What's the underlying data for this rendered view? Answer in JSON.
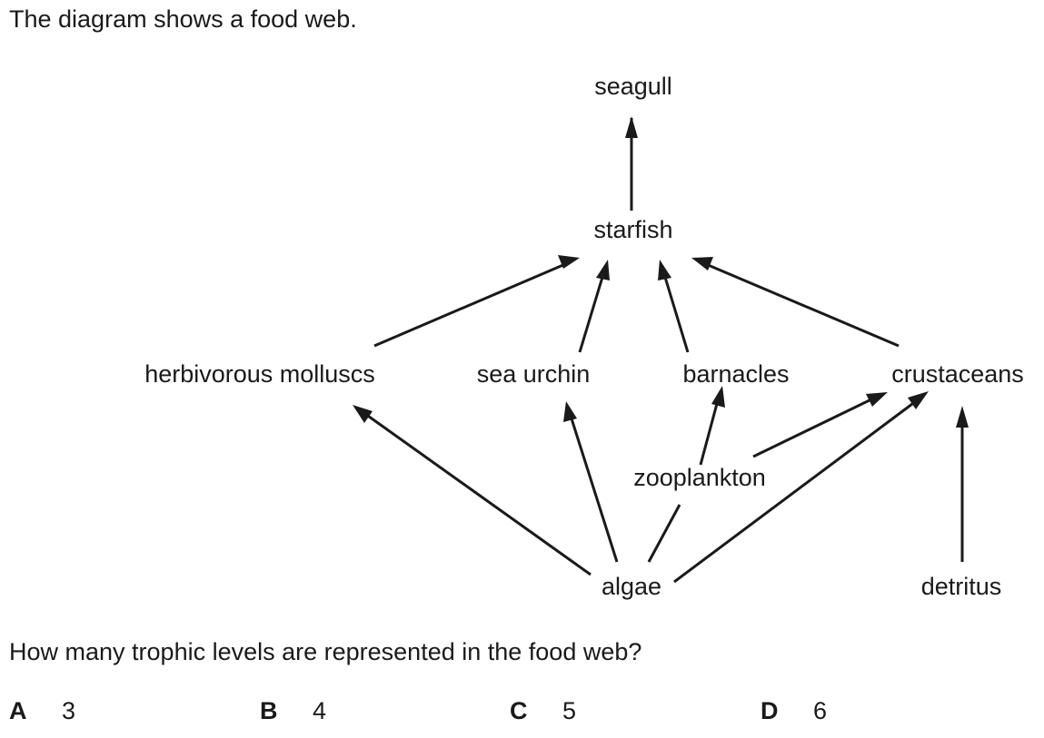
{
  "intro": "The diagram shows a food web.",
  "diagram": {
    "nodes": {
      "seagull": "seagull",
      "starfish": "starfish",
      "herbivorous_molluscs": "herbivorous molluscs",
      "sea_urchin": "sea urchin",
      "barnacles": "barnacles",
      "crustaceans": "crustaceans",
      "zooplankton": "zooplankton",
      "algae": "algae",
      "detritus": "detritus"
    },
    "edges": [
      {
        "from": "starfish",
        "to": "seagull"
      },
      {
        "from": "herbivorous_molluscs",
        "to": "starfish"
      },
      {
        "from": "sea_urchin",
        "to": "starfish"
      },
      {
        "from": "barnacles",
        "to": "starfish"
      },
      {
        "from": "crustaceans",
        "to": "starfish"
      },
      {
        "from": "algae",
        "to": "herbivorous_molluscs"
      },
      {
        "from": "algae",
        "to": "sea_urchin"
      },
      {
        "from": "algae",
        "to": "zooplankton"
      },
      {
        "from": "algae",
        "to": "crustaceans"
      },
      {
        "from": "zooplankton",
        "to": "barnacles"
      },
      {
        "from": "zooplankton",
        "to": "crustaceans"
      },
      {
        "from": "detritus",
        "to": "crustaceans"
      }
    ],
    "line_color": "#1a1a1a"
  },
  "question": "How many trophic levels are represented in the food web?",
  "options": [
    {
      "letter": "A",
      "value": "3"
    },
    {
      "letter": "B",
      "value": "4"
    },
    {
      "letter": "C",
      "value": "5"
    },
    {
      "letter": "D",
      "value": "6"
    }
  ]
}
